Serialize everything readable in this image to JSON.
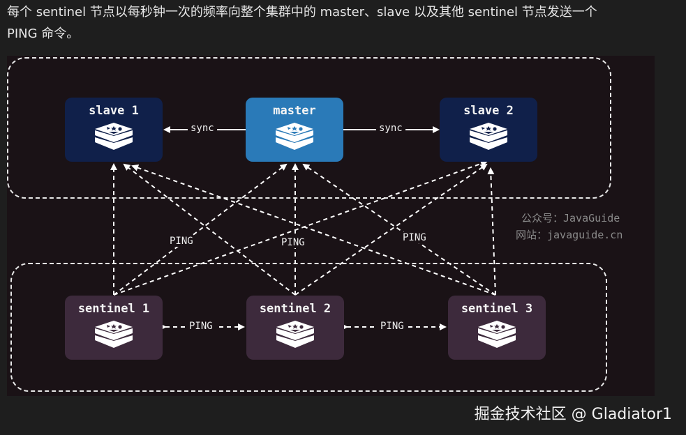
{
  "caption": {
    "line1": "每个 sentinel 节点以每秒钟一次的频率向整个集群中的 master、slave 以及其他 sentinel 节点发送一个",
    "line2": "PING 命令。"
  },
  "nodes": {
    "slave1": "slave 1",
    "master": "master",
    "slave2": "slave 2",
    "sentinel1": "sentinel 1",
    "sentinel2": "sentinel 2",
    "sentinel3": "sentinel 3"
  },
  "edges": {
    "sync_left": "sync",
    "sync_right": "sync",
    "ping_1": "PING",
    "ping_2": "PING",
    "ping_3": "PING",
    "ping_s12": "PING",
    "ping_s23": "PING"
  },
  "watermark": {
    "line1": "公众号：JavaGuide",
    "line2": "网站：javaguide.cn"
  },
  "footer": "掘金技术社区 @ Gladiator1",
  "colors": {
    "slave": "#10204a",
    "master": "#2a7ab8",
    "sentinel": "#3d2a3c",
    "background": "#1a1216"
  }
}
